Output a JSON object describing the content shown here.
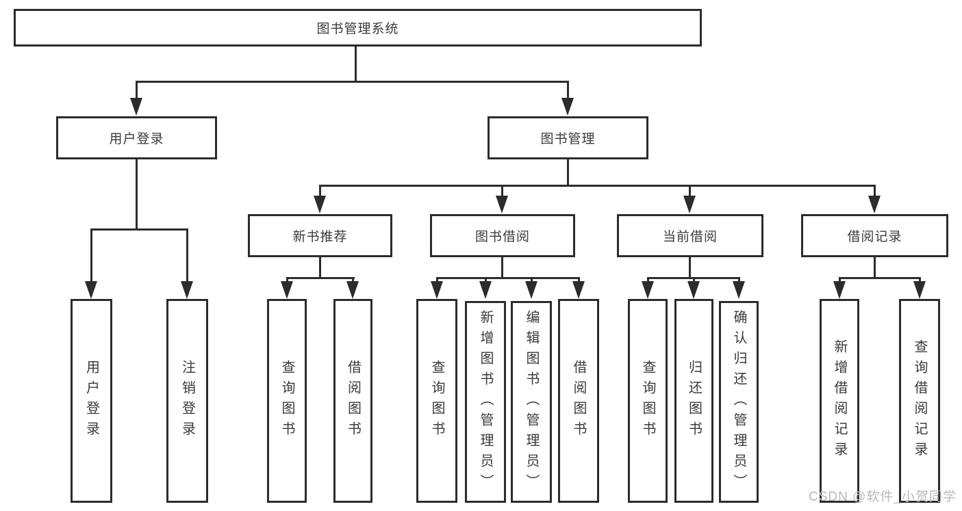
{
  "tree": {
    "root": "图书管理系统",
    "user_login": {
      "label": "用户登录",
      "children": [
        "用户登录",
        "注销登录"
      ]
    },
    "book_management": {
      "label": "图书管理",
      "sections": [
        {
          "label": "新书推荐",
          "children": [
            "查询图书",
            "借阅图书"
          ]
        },
        {
          "label": "图书借阅",
          "children": [
            "查询图书",
            "新增图书（管理员）",
            "编辑图书（管理员）",
            "借阅图书"
          ]
        },
        {
          "label": "当前借阅",
          "children": [
            "查询图书",
            "归还图书",
            "确认归还（管理员）"
          ]
        },
        {
          "label": "借阅记录",
          "children": [
            "新增借阅记录",
            "查询借阅记录"
          ]
        }
      ]
    }
  },
  "watermark": "CSDN @软件_小贺同学",
  "colors": {
    "line": "#2c2c2c",
    "text": "#3a3a3a",
    "watermark": "#b8b8b8",
    "background": "#ffffff"
  }
}
